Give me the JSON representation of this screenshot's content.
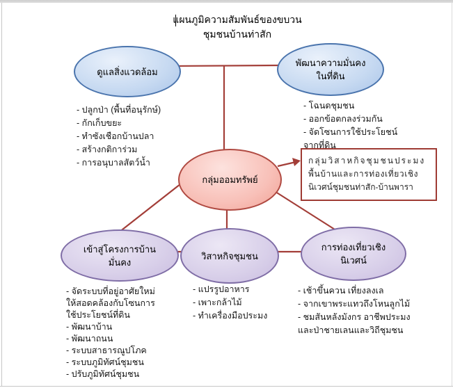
{
  "page": {
    "title_line1": "แผนภูมิความสัมพันธ์ของขบวน",
    "title_line2": "ชุมชนบ้านท่าสัก"
  },
  "colors": {
    "blue_fill": "#c6d9f1",
    "blue_border": "#4a74ad",
    "pink_fill": "#f8c0b8",
    "pink_border": "#b04a42",
    "purple_fill": "#d8cfe9",
    "purple_border": "#7f6da6",
    "connector": "#a33e38",
    "callout_border": "#9e3a33"
  },
  "nodes": {
    "environment": {
      "label": "ดูแลสิ่งแวดล้อม",
      "items": [
        "- ปลูกป่า (พื้นที่อนุรักษ์)",
        "- กักเก็บขยะ",
        "- ทำซังเชือกบ้านปลา",
        "- สร้างกติการ่วม",
        "- การอนุบาลสัตว์น้ำ"
      ]
    },
    "land_security": {
      "label_line1": "พัฒนาความมั่นคง",
      "label_line2": "ในที่ดิน",
      "items": [
        "- โฉนดชุมชน",
        "- ออกข้อตกลงร่วมกัน",
        "- จัดโซนการใช้ประโยชน์",
        "จากที่ดิน"
      ]
    },
    "savings_group": {
      "label": "กลุ่มออมทรัพย์"
    },
    "housing": {
      "label_line1": "เข้าสู่โครงการบ้าน",
      "label_line2": "มั่นคง",
      "items": [
        "- จัดระบบที่อยู่อาศัยใหม่",
        "ให้สอดคล้องกับโซนการ",
        "ใช้ประโยชน์ที่ดิน",
        "- พัฒนาบ้าน",
        "- พัฒนาถนน",
        "- ระบบสาธารณูปโภค",
        "- ระบบภูมิทัศน์ชุมชน",
        "- ปรับภูมิทัศน์ชุมชน"
      ]
    },
    "enterprise": {
      "label": "วิสาหกิจชุมชน",
      "items": [
        "- แปรรูปอาหาร",
        "- เพาะกล้าไม้",
        "- ทำเครื่องมือประมง"
      ]
    },
    "ecotourism": {
      "label_line1": "การท่องเที่ยวเชิง",
      "label_line2": "นิเวศน์",
      "items": [
        "- เช้าขึ้นควน เที่ยงลงเล",
        "- จากเขาพระแทวถึงโหนลูกไม้",
        "- ชมสันหลังมังกร อาชีพประมง",
        "และป่าชายเลนและวิถีชุมชน"
      ]
    }
  },
  "callout_box": {
    "line1": "กลุ่มวิสาหกิจชุมชนประมง",
    "line2": "พื้นบ้านและการท่องเที่ยวเชิง",
    "line3": "นิเวศน์ชุมชนท่าสัก-บ้านพารา"
  }
}
